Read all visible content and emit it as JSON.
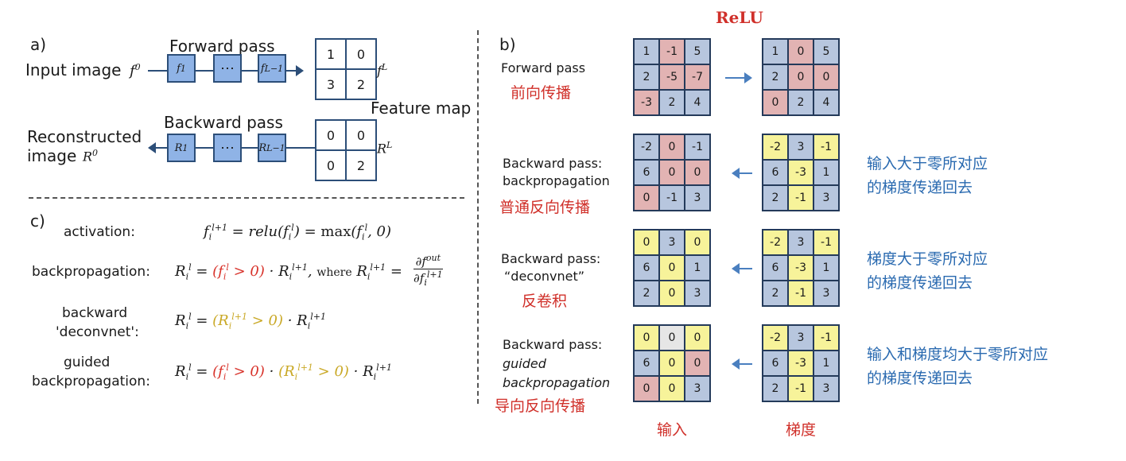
{
  "panel_a": {
    "label": "a)",
    "forward_pass": "Forward pass",
    "input_image": "Input image",
    "input_symbol": "f",
    "input_sup": "0",
    "f1": "f",
    "f1_sup": "1",
    "dots": "⋯",
    "fL1": "f",
    "fL1_sup": "L−1",
    "fL": "f",
    "fL_sup": "L",
    "feature_map": "Feature map",
    "forward_values": [
      "1",
      "0",
      "3",
      "2"
    ],
    "backward_pass": "Backward pass",
    "reconstructed_line1": "Reconstructed",
    "reconstructed_line2": "image",
    "R0": "R",
    "R0_sup": "0",
    "R1": "R",
    "R1_sup": "1",
    "RL1": "R",
    "RL1_sup": "L−1",
    "RL": "R",
    "RL_sup": "L",
    "backward_values": [
      "0",
      "0",
      "0",
      "2"
    ]
  },
  "panel_b": {
    "label": "b)",
    "relu_title": "ReLU",
    "rows": [
      {
        "en": [
          "Forward pass"
        ],
        "zh": "前向传播",
        "desc": [],
        "left": [
          "1",
          "-1",
          "5",
          "2",
          "-5",
          "-7",
          "-3",
          "2",
          "4"
        ],
        "left_colors": [
          "b",
          "r",
          "b",
          "b",
          "r",
          "r",
          "r",
          "b",
          "b"
        ],
        "right": [
          "1",
          "0",
          "5",
          "2",
          "0",
          "0",
          "0",
          "2",
          "4"
        ],
        "right_colors": [
          "b",
          "r",
          "b",
          "b",
          "r",
          "r",
          "r",
          "b",
          "b"
        ]
      },
      {
        "en": [
          "Backward pass:",
          "backpropagation"
        ],
        "zh": "普通反向传播",
        "desc": [
          "输入大于零所对应",
          "的梯度传递回去"
        ],
        "left": [
          "-2",
          "0",
          "-1",
          "6",
          "0",
          "0",
          "0",
          "-1",
          "3"
        ],
        "left_colors": [
          "b",
          "r",
          "b",
          "b",
          "r",
          "r",
          "r",
          "b",
          "b"
        ],
        "right": [
          "-2",
          "3",
          "-1",
          "6",
          "-3",
          "1",
          "2",
          "-1",
          "3"
        ],
        "right_colors": [
          "y",
          "b",
          "y",
          "b",
          "y",
          "b",
          "b",
          "y",
          "b"
        ]
      },
      {
        "en": [
          "Backward pass:",
          "“deconvnet”"
        ],
        "zh": "反卷积",
        "desc": [
          "梯度大于零所对应",
          "的梯度传递回去"
        ],
        "left": [
          "0",
          "3",
          "0",
          "6",
          "0",
          "1",
          "2",
          "0",
          "3"
        ],
        "left_colors": [
          "y",
          "b",
          "y",
          "b",
          "y",
          "b",
          "b",
          "y",
          "b"
        ],
        "right": [
          "-2",
          "3",
          "-1",
          "6",
          "-3",
          "1",
          "2",
          "-1",
          "3"
        ],
        "right_colors": [
          "y",
          "b",
          "y",
          "b",
          "y",
          "b",
          "b",
          "y",
          "b"
        ]
      },
      {
        "en": [
          "Backward pass:",
          "guided",
          "backpropagation"
        ],
        "zh": "导向反向传播",
        "desc": [
          "输入和梯度均大于零所对应",
          "的梯度传递回去"
        ],
        "left": [
          "0",
          "0",
          "0",
          "6",
          "0",
          "0",
          "0",
          "0",
          "3"
        ],
        "left_colors": [
          "y",
          "w",
          "y",
          "b",
          "y",
          "r",
          "r",
          "y",
          "b"
        ],
        "right": [
          "-2",
          "3",
          "-1",
          "6",
          "-3",
          "1",
          "2",
          "-1",
          "3"
        ],
        "right_colors": [
          "y",
          "b",
          "y",
          "b",
          "y",
          "b",
          "b",
          "y",
          "b"
        ]
      }
    ],
    "col_input": "输入",
    "col_gradient": "梯度"
  },
  "panel_c": {
    "label": "c)",
    "activation": "activation:",
    "backpropagation": "backpropagation:",
    "backward_line1": "backward",
    "backward_line2": "'deconvnet':",
    "guided_line1": "guided",
    "guided_line2": "backpropagation:",
    "where": "where"
  },
  "colors": {
    "box_fill": "#8fb3e6",
    "border": "#2c4e78",
    "red": "#d0302a",
    "blue": "#2a6ab0",
    "yellow": "#c9a825",
    "arrow": "#4a7fbf"
  }
}
